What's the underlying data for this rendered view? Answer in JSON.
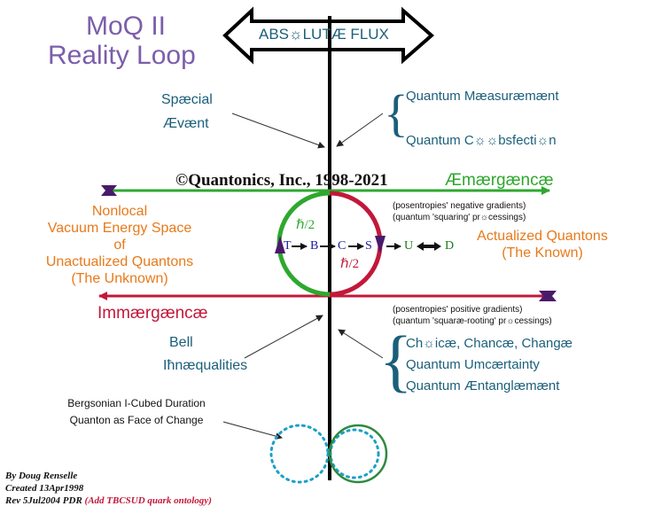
{
  "title": {
    "line1": "MoQ II",
    "line2": "Reality Loop"
  },
  "top_arrow_label": "ABS☼LUTÆ FLUX",
  "special_event": {
    "line1": "Spæcial",
    "line2": "Ævænt"
  },
  "quantum_top": {
    "line1": "Quantum Mæasuræmænt",
    "line2": "Quantum C☼☼bsfecti☼n"
  },
  "copyright": "©Quantonics, Inc., 1998-2021",
  "emergence": "Æmærgæncæ",
  "neg_gradients": {
    "line1": "(posentropies' negative gradients)",
    "line2": "(quantum 'squaring' pr☼cessings)"
  },
  "nonlocal": {
    "line1": "Nonlocal",
    "line2": "Vacuum Energy Space",
    "line3": "of",
    "line4": "Unactualized Quantons",
    "line5": "(The Unknown)"
  },
  "actualized": {
    "line1": "Actualized Quantons",
    "line2": "(The Known)"
  },
  "hbar_top": "ℏ/2",
  "hbar_bottom": "ℏ/2",
  "quarks": [
    "T",
    "B",
    "C",
    "S",
    "U",
    "D"
  ],
  "immergence": "Immærgæncæ",
  "pos_gradients": {
    "line1": "(posentropies' positive gradients)",
    "line2": "(quantum 'squaræ-rooting' pr☼cessings)"
  },
  "bell": {
    "line1": "Bell",
    "line2": "Iħnæqualities"
  },
  "quantum_bottom": {
    "line1": "Ch☼icæ, Chancæ, Changæ",
    "line2": "Quantum Umcærtainty",
    "line3": "Quantum Æntanglæmænt"
  },
  "bergsonian": {
    "line1": "Bergsonian I-Cubed Duration",
    "line2": "Quanton as Face of Change"
  },
  "credits": {
    "line1": "By Doug Renselle",
    "line2": "Created 13Apr1998",
    "line3": "Rev 5Jul2004  PDR ",
    "line3_note": "(Add TBCSUD quark ontology)"
  },
  "colors": {
    "green": "#2ea82e",
    "red": "#c2183a",
    "purple": "#7b5eaa",
    "teal": "#1a5f7a",
    "orange": "#e77a1b",
    "dark_purple": "#4a1a6a",
    "quark_blue": "#1a1aa0",
    "quark_green": "#1a7a1a"
  }
}
